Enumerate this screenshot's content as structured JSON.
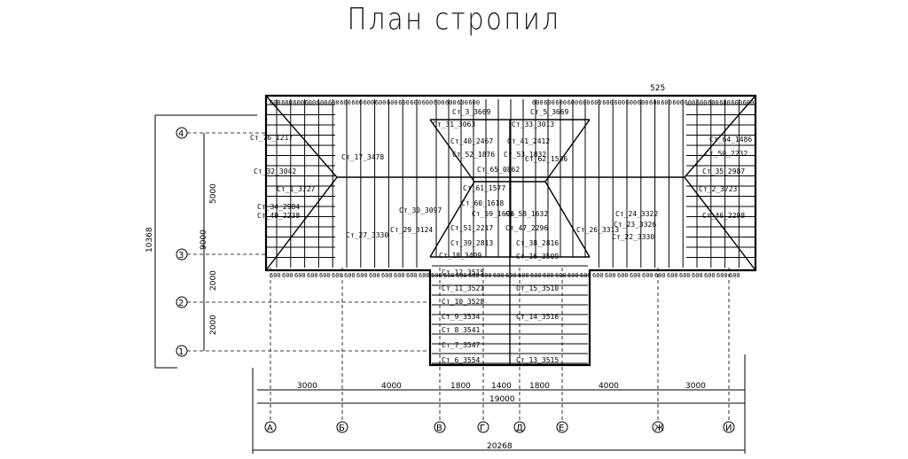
{
  "title": "План стропил",
  "axes_letters": [
    "А",
    "Б",
    "В",
    "Г",
    "Д",
    "Е",
    "Ж",
    "И"
  ],
  "axes_numbers": [
    "4",
    "3",
    "2",
    "1"
  ],
  "dims_bottom": [
    "3000",
    "4000",
    "1800",
    "1400",
    "1800",
    "4000",
    "3000"
  ],
  "dims_total_inner": "19000",
  "dims_total_outer": "20268",
  "dims_left": [
    "5000",
    "9000",
    "2000",
    "2000"
  ],
  "dim_left_total": "10368",
  "dim_top_extra": "525",
  "rafters_main": [
    "Ст_31_3063",
    "Ст_33_3013",
    "Ст_3_3669",
    "Ст_5_3669",
    "Ст_40_2467",
    "Ст_41_2412",
    "Ст_52_1876",
    "Ст_53_1832",
    "Ст_1_3727",
    "Ст_2_3723",
    "Ст_32_3042",
    "Ст_34_2984",
    "Ст_35_2987",
    "Ст_46_2298",
    "Ст_49_2238",
    "Ст_50_2232",
    "Ст_17_3478",
    "Ст_27_3330",
    "Ст_29_3124",
    "Ст_30_3097",
    "Ст_22_3330",
    "Ст_23_3326",
    "Ст_24_3322",
    "Ст_26_3313",
    "Ст_51_2217",
    "Ст_47_2296",
    "Ст_39_2813",
    "Ст_38_2816",
    "Ст_60_1618",
    "Ст_59_1696",
    "Ст_58_1632",
    "Ст_61_1577",
    "Ст_65_0862",
    "Ст_62_1536",
    "Ст_64_1486",
    "Ст_76_1217",
    "Ст_18_3409"
  ],
  "rafters_wing": [
    "Ст_12_3515",
    "Ст_16_3509",
    "Ст_11_3521",
    "Ст_15_3510",
    "Ст_10_3528",
    "Ст_9_3534",
    "Ст_14_3516",
    "Ст_8_3541",
    "Ст_7_3547",
    "Ст_6_3554",
    "Ст_13_3515"
  ],
  "spacing_label": "600"
}
